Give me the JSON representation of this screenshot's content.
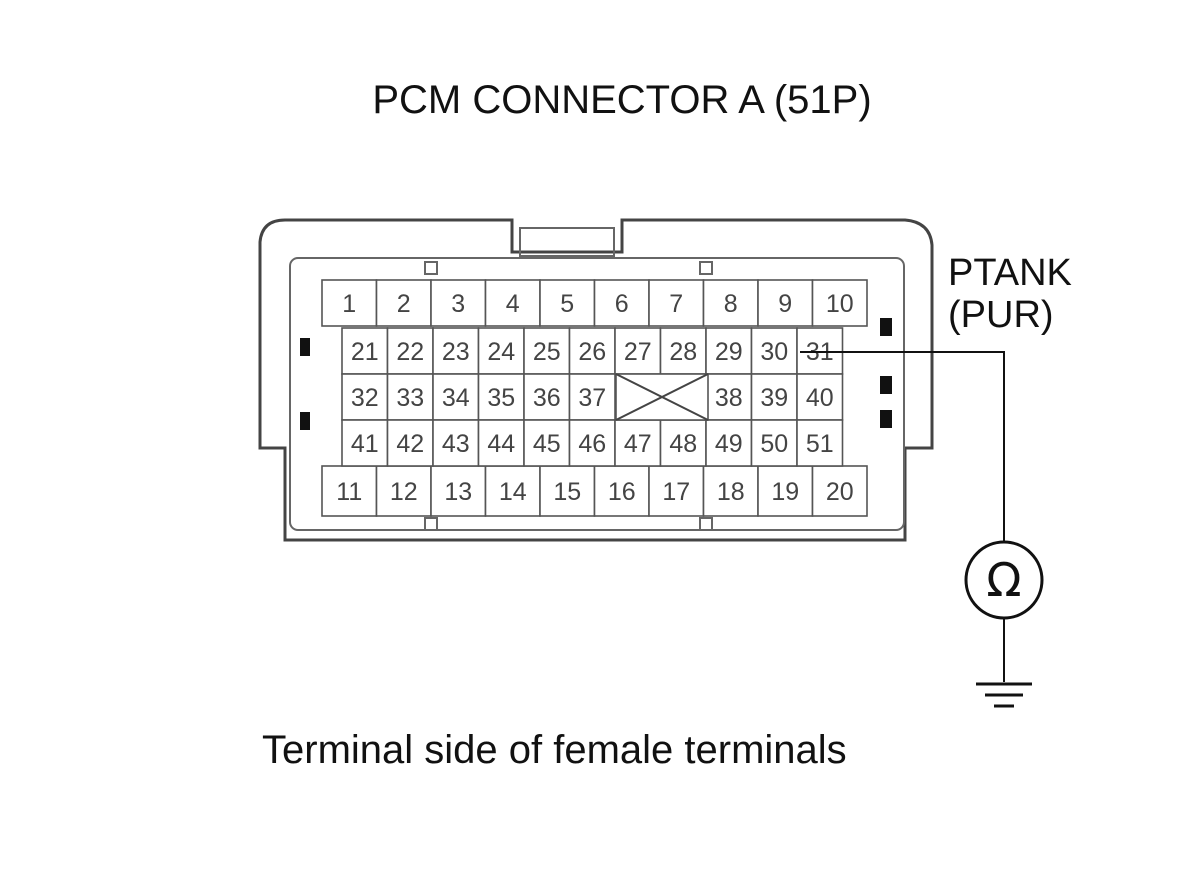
{
  "title": "PCM CONNECTOR A (51P)",
  "caption": "Terminal side of female terminals",
  "wire": {
    "terminal": "PTANK",
    "color": "(PUR)",
    "connected_pin": "31"
  },
  "meter_symbol": "Ω",
  "ground_icon": "ground-icon",
  "connector": {
    "row1": [
      "1",
      "2",
      "3",
      "4",
      "5",
      "6",
      "7",
      "8",
      "9",
      "10"
    ],
    "row2": [
      "21",
      "22",
      "23",
      "24",
      "25",
      "26",
      "27",
      "28",
      "29",
      "30",
      "31"
    ],
    "row3_left": [
      "32",
      "33",
      "34",
      "35",
      "36",
      "37"
    ],
    "row3_right": [
      "38",
      "39",
      "40"
    ],
    "row4": [
      "41",
      "42",
      "43",
      "44",
      "45",
      "46",
      "47",
      "48",
      "49",
      "50",
      "51"
    ],
    "row5": [
      "11",
      "12",
      "13",
      "14",
      "15",
      "16",
      "17",
      "18",
      "19",
      "20"
    ]
  }
}
